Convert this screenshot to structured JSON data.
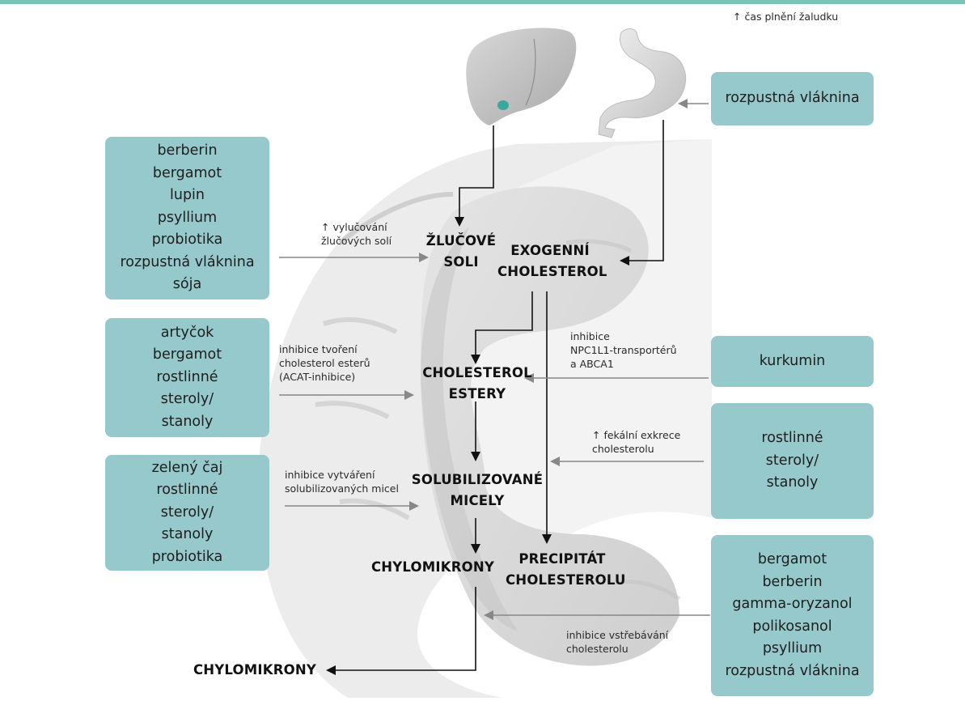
{
  "colors": {
    "accent_bar": "#7cc4b6",
    "box_fill": "#96c9cc",
    "arrow_black": "#111111",
    "arrow_gray": "#888888",
    "intestine_gray": "#d9d9d9"
  },
  "organs": {
    "liver": "liver-illustration",
    "stomach": "stomach-illustration",
    "intestine": "intestine-illustration"
  },
  "boxes": {
    "left1": {
      "lines": [
        "berberin",
        "bergamot",
        "lupin",
        "psyllium",
        "probiotika",
        "rozpustná vláknina",
        "sója"
      ]
    },
    "left2": {
      "lines": [
        "artyčok",
        "bergamot",
        "rostlinné",
        "steroly/",
        "stanoly"
      ]
    },
    "left3": {
      "lines": [
        "zelený čaj",
        "rostlinné",
        "steroly/",
        "stanoly",
        "probiotika"
      ]
    },
    "right1": {
      "lines": [
        "rozpustná vláknina"
      ]
    },
    "right2": {
      "lines": [
        "kurkumin"
      ]
    },
    "right3": {
      "lines": [
        "rostlinné",
        "steroly/",
        "stanoly"
      ]
    },
    "right4": {
      "lines": [
        "bergamot",
        "berberin",
        "gamma-oryzanol",
        "polikosanol",
        "psyllium",
        "rozpustná vláknina"
      ]
    }
  },
  "nodes": {
    "bile_salts": [
      "ŽLUČOVÉ",
      "SOLI"
    ],
    "exogenous_cholesterol": [
      "EXOGENNÍ",
      "CHOLESTEROL"
    ],
    "cholesterol_esters": [
      "CHOLESTEROL",
      "ESTERY"
    ],
    "solubilized_micelles": [
      "SOLUBILIZOVANÉ",
      "MICELY"
    ],
    "chylomicrons_inner": [
      "CHYLOMIKRONY"
    ],
    "cholesterol_precipitate": [
      "PRECIPITÁT",
      "CHOLESTEROLU"
    ],
    "chylomicrons_out": [
      "CHYLOMIKRONY"
    ]
  },
  "notes": {
    "gastric_emptying": [
      "↑ čas plnění žaludku"
    ],
    "bile_excretion": [
      "↑ vylučování",
      "žlučových solí"
    ],
    "ester_inhibition": [
      "inhibice tvoření",
      "cholesterol esterů",
      "(ACAT-inhibice)"
    ],
    "npc1l1_inhibition": [
      "inhibice",
      "NPC1L1-transportérů",
      "a ABCA1"
    ],
    "fecal_excretion": [
      "↑ fekální exkrece",
      "cholesterolu"
    ],
    "micelle_inhibition": [
      "inhibice vytváření",
      "solubilizovaných micel"
    ],
    "absorption_inhibition": [
      "inhibice vstřebávání",
      "cholesterolu"
    ]
  }
}
